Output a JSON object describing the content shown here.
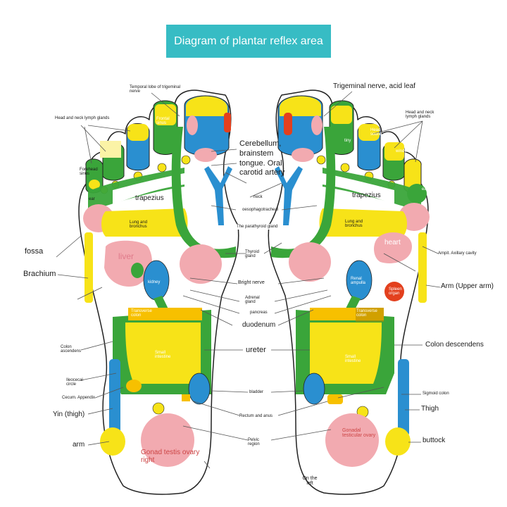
{
  "title": "Diagram of plantar reflex area",
  "labels": {
    "temporal_lobe": "Temporal lobe of trigeminal nerve",
    "head_neck_left": "Head and neck lymph glands",
    "frontal_sinus_left": "Frontal sinus",
    "forehead_left": "Forehead sinus",
    "ear_left": "ear",
    "trapezius_left": "trapezius",
    "lung_left": "Lung and bronchus",
    "fossa": "fossa",
    "brachium": "Brachium",
    "liver": "liver",
    "kidney_left": "kidney",
    "transverse_colon_left": "Transverse colon",
    "colon_ascendens": "Colon ascendens",
    "small_intestine_left": "Small intestine",
    "ileocecal": "Ileocecal circle",
    "cecum": "Cecum. Appendix",
    "yin_thigh": "Yin (thigh)",
    "arm_left": "arm",
    "gonad_left": "Gonad testis ovary right",
    "trigeminal_right": "Trigeminal nerve, acid leaf",
    "cerebellum": "Cerebellum, brainstem tongue. Oral carotid artery",
    "neck": "neck",
    "oesophagus": "oesophagotracheal",
    "parathyroid": "The parathyroid gland",
    "thyroid": "Thyroid gland",
    "bright_nerve": "Bright nerve",
    "adrenal": "Adrenal gland",
    "pancreas": "pancreas",
    "duodenum": "duodenum",
    "ureter": "ureter",
    "bladder": "bladder",
    "rectum": "Rectum and anus",
    "pelvic": "Pelvic region",
    "on_left": "On the left",
    "head_neck_right": "Head and neck lymph glands",
    "head_sound": "Head sound",
    "window": "window",
    "tiny": "tiny",
    "ear_right": "ear",
    "trapezius_right": "trapezius",
    "lung_right": "Lung and bronchus",
    "heart": "heart",
    "ampit": "Ampit. Axillary cavity",
    "arm_upper": "Arm (Upper arm)",
    "kidney_right": "Renal ampulla",
    "spleen": "Spleen organ",
    "transverse_colon_right": "Transverse colon",
    "colon_descendens": "Colon descendens",
    "small_intestine_right": "Small intestine",
    "sigmoid": "Sigmoid colon",
    "thigh": "Thigh",
    "buttock": "buttock",
    "gonad_right": "Gonadal testicular ovary"
  },
  "colors": {
    "title_bg": "#37bcc4",
    "yellow": "#f7e318",
    "green": "#3aa53a",
    "blue": "#2a8fd0",
    "pink": "#f2aab0",
    "red": "#e3401e"
  }
}
